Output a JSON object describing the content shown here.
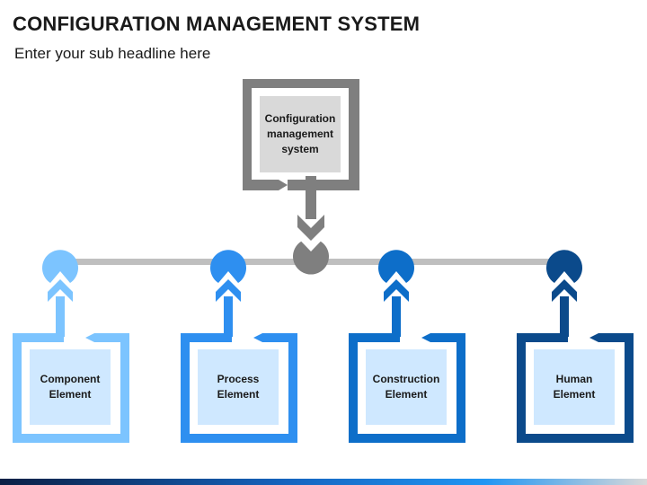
{
  "header": {
    "title": "CONFIGURATION MANAGEMENT SYSTEM",
    "subtitle": "Enter your sub headline here"
  },
  "top_box": {
    "label": "Configuration management system",
    "frame_color": "#7f7f7f",
    "inner_color": "#d9d9d9"
  },
  "connector_color": "#bfbfbf",
  "elements": [
    {
      "label": "Component Element",
      "color": "#7cc4ff"
    },
    {
      "label": "Process Element",
      "color": "#2e8ff0"
    },
    {
      "label": "Construction Element",
      "color": "#0d6ec9"
    },
    {
      "label": "Human Element",
      "color": "#0b4a8b"
    }
  ],
  "element_inner_color": "#cfe8ff"
}
